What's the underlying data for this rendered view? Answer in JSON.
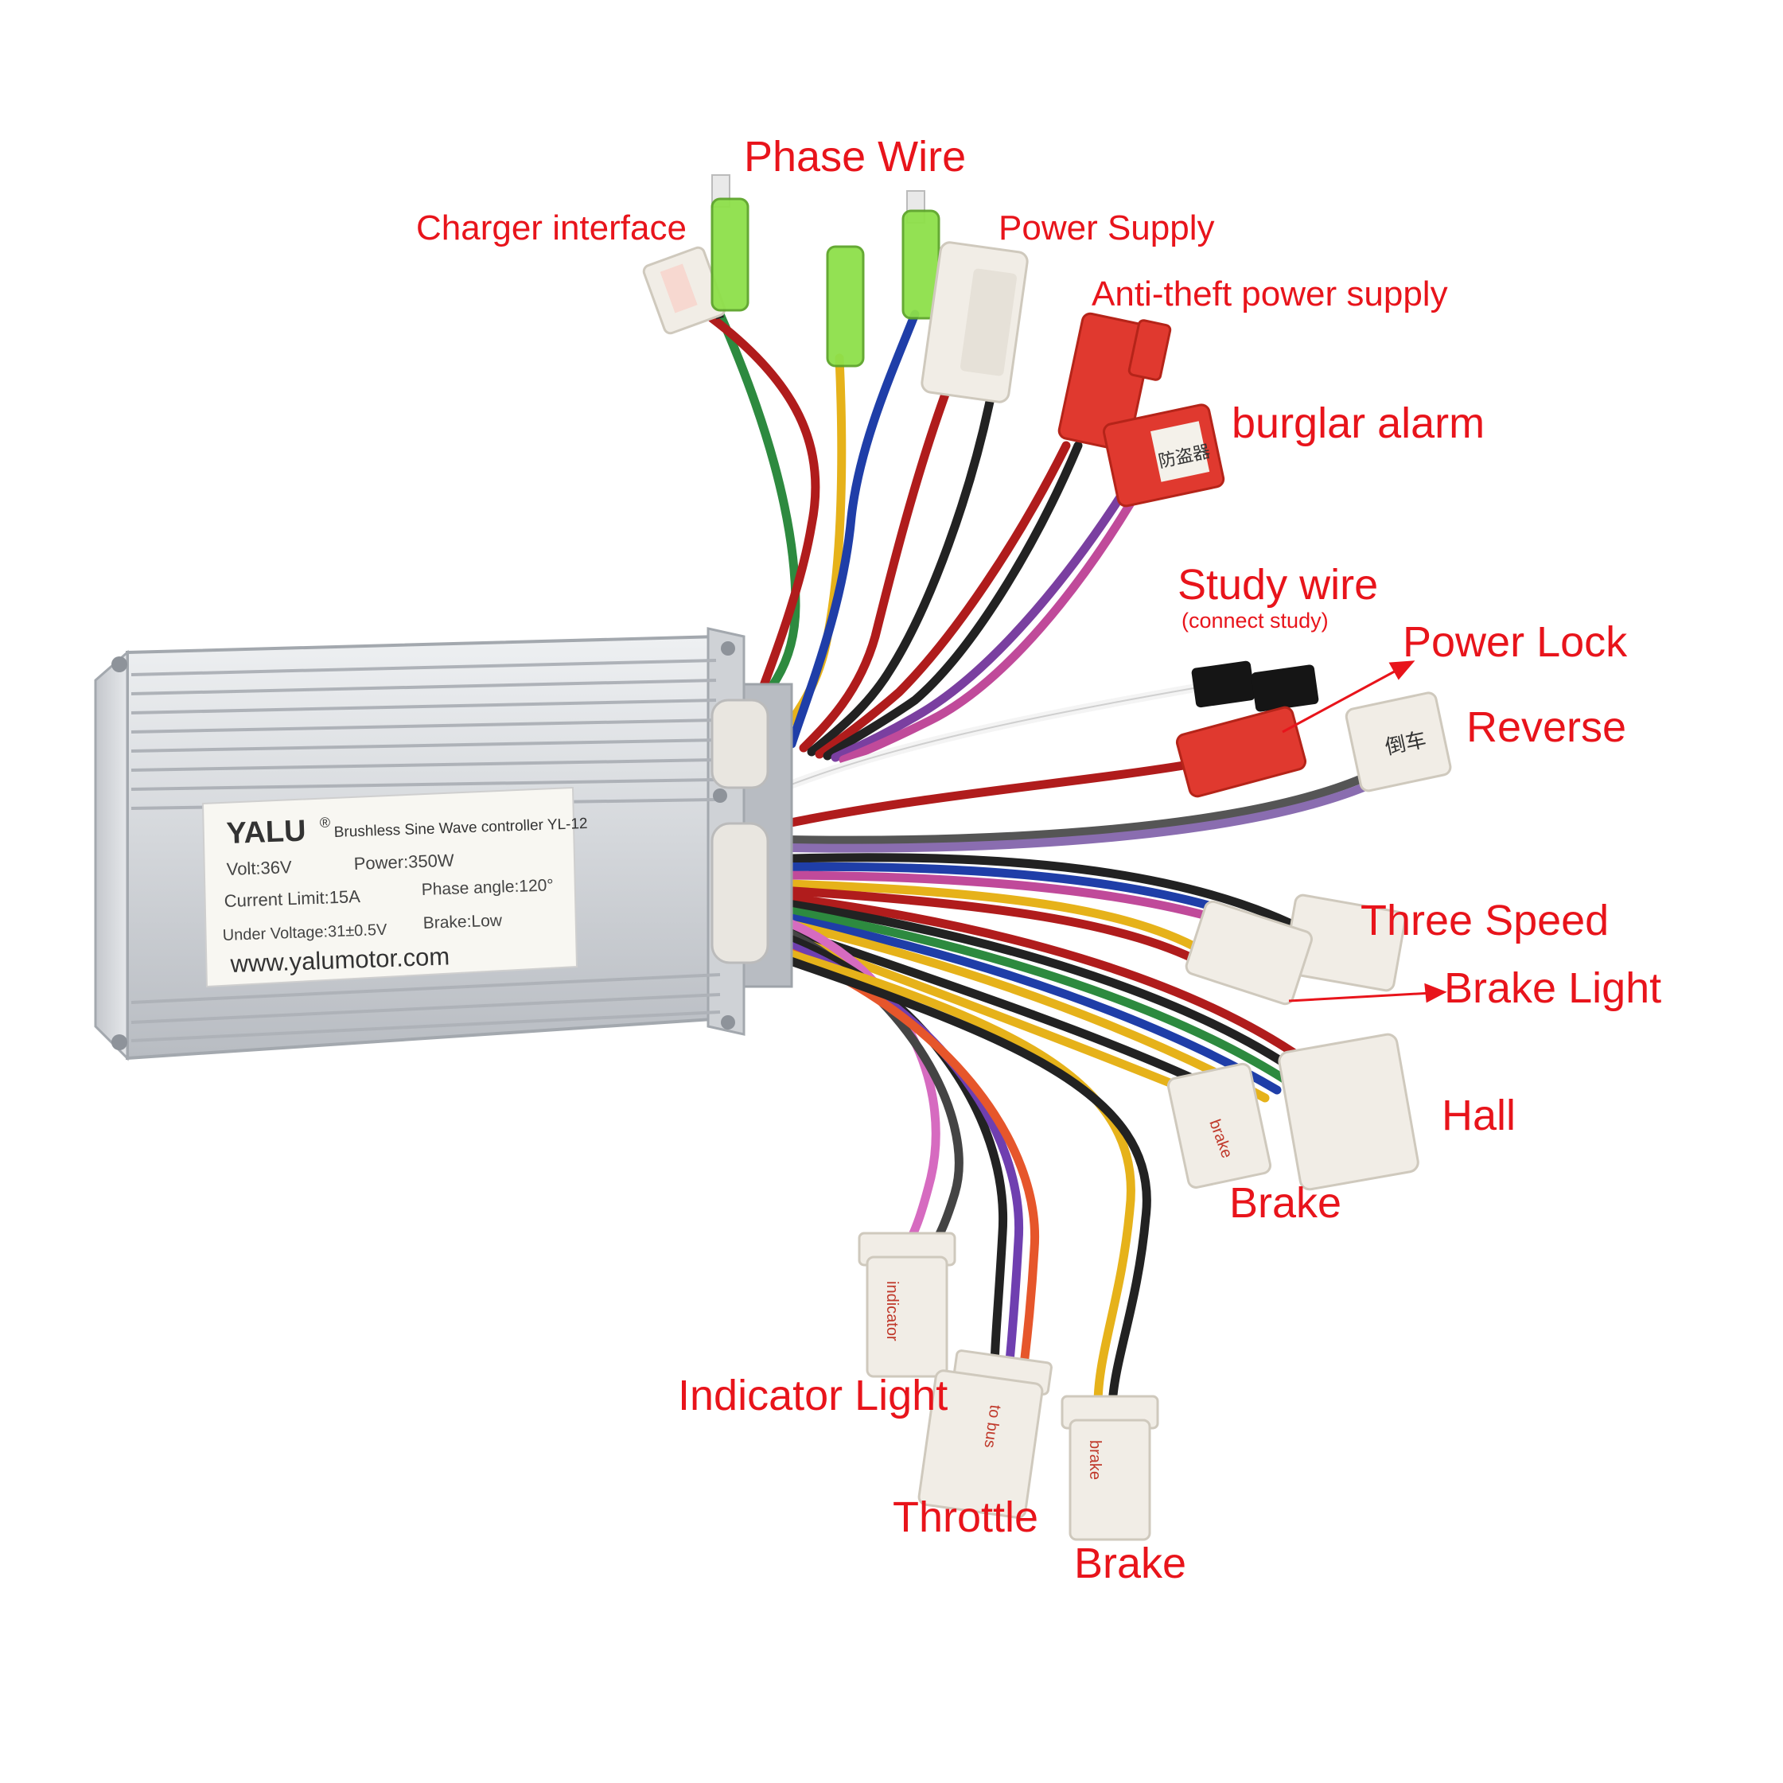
{
  "labels": {
    "phase_wire": "Phase Wire",
    "charger_interface": "Charger interface",
    "power_supply": "Power Supply",
    "anti_theft_power_supply": "Anti-theft power supply",
    "burglar_alarm": "burglar alarm",
    "study_wire": "Study wire",
    "study_wire_note": "(connect study)",
    "power_lock": "Power Lock",
    "reverse": "Reverse",
    "three_speed": "Three Speed",
    "brake_light": "Brake Light",
    "hall": "Hall",
    "brake_right": "Brake",
    "indicator_light": "Indicator Light",
    "throttle": "Throttle",
    "brake_bottom": "Brake"
  },
  "controller": {
    "brand": "YALU",
    "registered_mark": "®",
    "model": "Brushless Sine Wave controller YL-12",
    "volt": "Volt:36V",
    "power": "Power:350W",
    "current_limit": "Current Limit:15A",
    "phase_angle": "Phase angle:120°",
    "under_voltage": "Under Voltage:31±0.5V",
    "brake": "Brake:Low",
    "website": "www.yalumotor.com"
  },
  "connector_tags": {
    "burglar_alarm_cn": "防盗器",
    "reverse_cn": "倒车",
    "brake": "brake",
    "indicator": "indicator",
    "throttle": "to bus",
    "brake2": "brake"
  },
  "colors": {
    "label_red": "#e8141b",
    "housing": "#d5d8dc",
    "connector_white": "#f1ede6",
    "connector_red": "#e0392f",
    "phase_green": "#8ee04a"
  }
}
